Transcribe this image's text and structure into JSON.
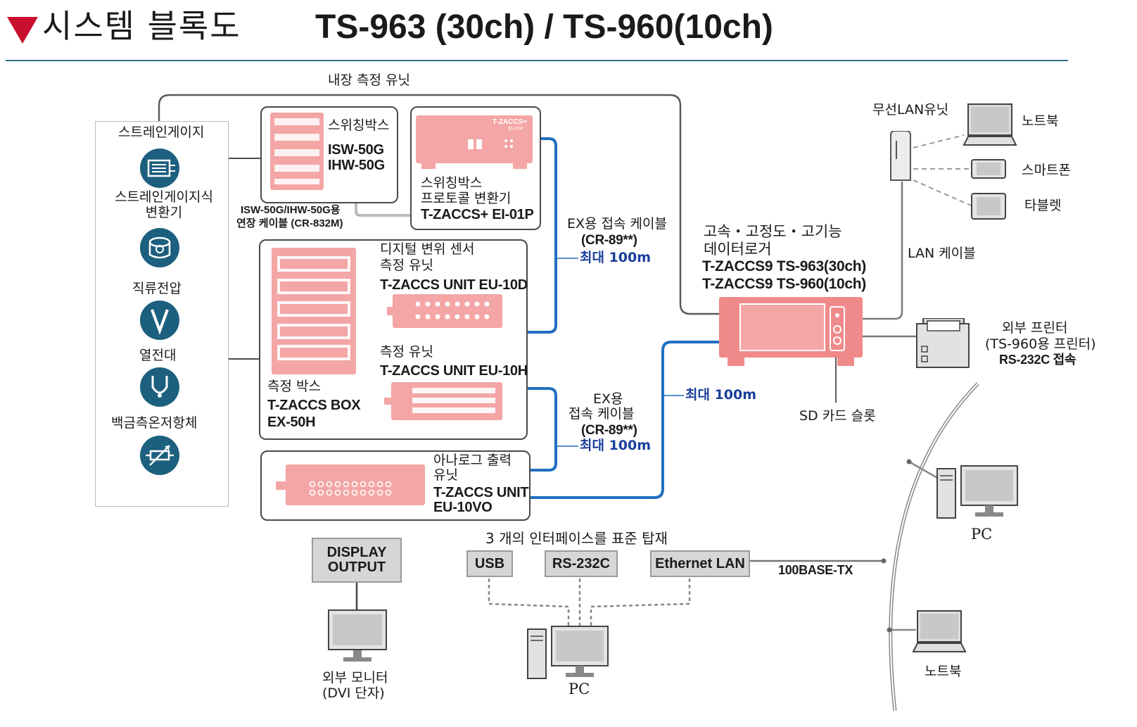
{
  "header": {
    "title_ko": "시스템 블록도",
    "title_model": "TS-963 (30ch) / TS-960(10ch)"
  },
  "builtin_unit_label": "내장 측정 유닛",
  "sensors": {
    "strain_gauge": "스트레인게이지",
    "strain_converter_l1": "스트레인게이지식",
    "strain_converter_l2": "변환기",
    "dc_voltage": "직류전압",
    "thermocouple": "열전대",
    "rtd": "백금측온저항체"
  },
  "switching_box": {
    "name": "스위칭박스",
    "model1": "ISW-50G",
    "model2": "IHW-50G"
  },
  "protocol_converter": {
    "name_l1": "스위칭박스",
    "name_l2": "프로토콜 변환기",
    "model": "T-ZACCS+ EI-01P",
    "device_brand": "T-ZACCS+",
    "device_sub": "EI-01P"
  },
  "ext_cable": {
    "l1": "ISW-50G/IHW-50G용",
    "l2": "연장 케이블 (CR-832M)"
  },
  "ex_cable_1": {
    "l1": "EX용 접속 케이블",
    "l2": "(CR-89**)",
    "max": "최대 100m"
  },
  "ex_cable_2": {
    "l1": "EX용",
    "l2": "접속 케이블",
    "l3": "(CR-89**)",
    "max": "최대 100m"
  },
  "max_main": "최대 100m",
  "digital_unit": {
    "l1": "디지털 변위 센서",
    "l2": "측정 유닛",
    "model": "T-ZACCS UNIT EU-10D"
  },
  "measure_unit": {
    "l1": "측정 유닛",
    "model": "T-ZACCS UNIT EU-10H"
  },
  "measure_box": {
    "l1": "측정 박스",
    "model1": "T-ZACCS BOX",
    "model2": "EX-50H"
  },
  "analog_unit": {
    "l1": "아나로그 출력",
    "l2": "유닛",
    "model1": "T-ZACCS UNIT",
    "model2": "EU-10VO"
  },
  "logger": {
    "l1": "고속・고정도・고기능",
    "l2": "데이터로거",
    "model1": "T-ZACCS9 TS-963(30ch)",
    "model2": "T-ZACCS9 TS-960(10ch)"
  },
  "sd_slot": "SD 카드 슬롯",
  "wireless": {
    "unit": "무선LAN유닛",
    "notebook": "노트북",
    "smartphone": "스마트폰",
    "tablet": "타블렛",
    "lan_cable": "LAN 케이블"
  },
  "printer": {
    "l1": "외부 프린터",
    "l2": "(TS-960용 프린터)",
    "l3": "RS-232C 접속"
  },
  "interfaces": {
    "title": "3 개의 인터페이스를 표준 탑재",
    "usb": "USB",
    "rs232c": "RS-232C",
    "ethernet": "Ethernet LAN",
    "pc": "PC"
  },
  "display": {
    "l1": "DISPLAY",
    "l2": "OUTPUT",
    "monitor_l1": "외부 모니터",
    "monitor_l2": "(DVI 단자)"
  },
  "network": {
    "base": "100BASE-TX",
    "pc": "PC",
    "notebook": "노트북"
  },
  "colors": {
    "accent_red": "#c8102e",
    "device_pink": "#f08a8a",
    "cable_blue": "#1f6fc0",
    "icon_teal": "#1d5f7e"
  }
}
